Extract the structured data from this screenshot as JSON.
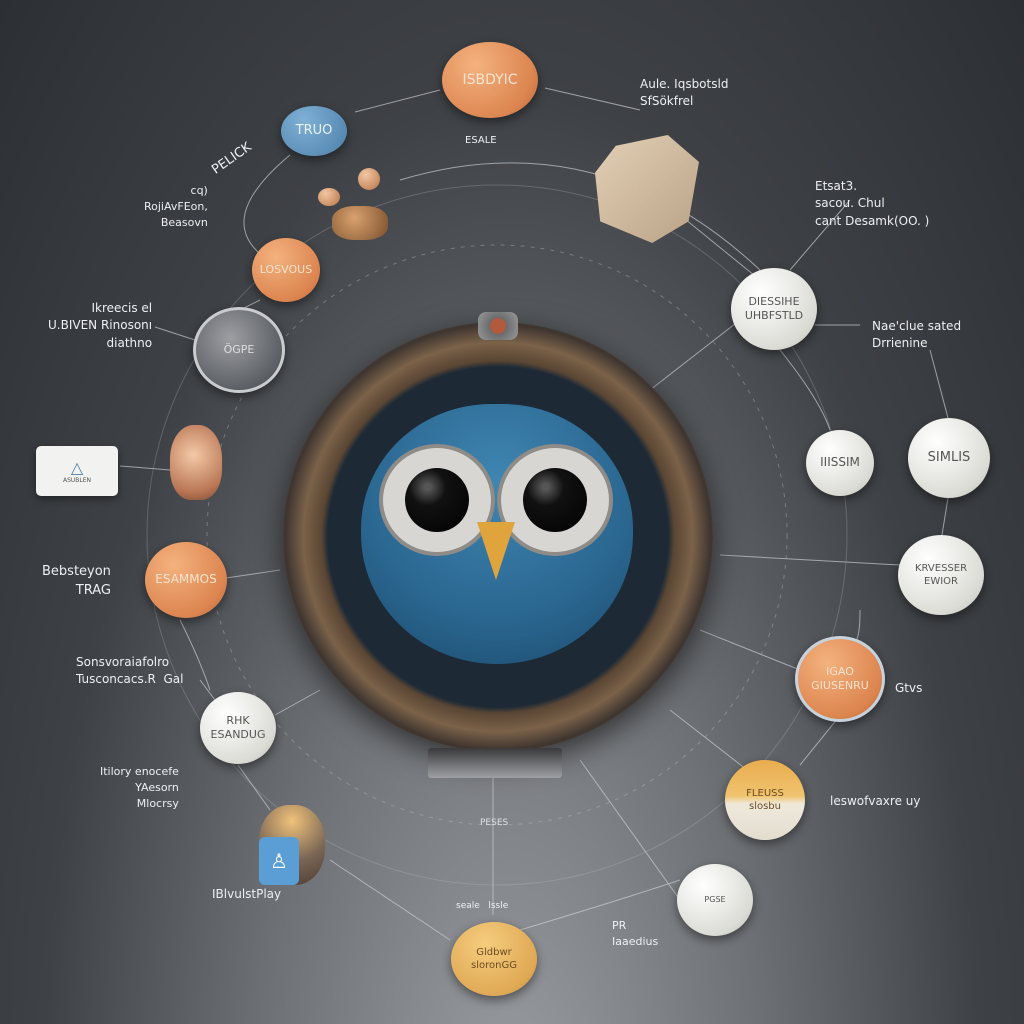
{
  "nodes": {
    "top": "ISBDYIC",
    "blue_top": "TRUO",
    "orange_left": "LOSVOUS",
    "silver_left": "ÖGPE",
    "orange_mid_left": "ESAMMOS",
    "white_lower_left": "RHK\nESANDUG",
    "bottom": "Gldbwr\nsloronGG",
    "white_bottom_right": "PGSE",
    "yellow_right": "FLEUSS\nslosbu",
    "orange_right": "IGAO\nGIUSENRU",
    "white_right_low": "KRVESSER\nEWIOR",
    "white_far_right": "SIMLIS",
    "white_right": "IIISSIM",
    "white_upper_right": "DIESSIHE\nUHBFSTLD"
  },
  "labels": {
    "top_right": "Aule. Iqsbotsld\nSfSökfrel",
    "top_caption": "ESALE",
    "upper_left_diag": "PELICK",
    "upper_left": "cq)\nRojiAvFEon,\nBeasovn",
    "left_upper": "Ikreecis el\nU.BIVEN Rinosonı\ndiathno",
    "right_upper": "Etsat3.\nsacou. Chul\ncant Desamk(OO. )",
    "right_mid": "Nae'clue sated\nDrrienine",
    "left_mid": "Bebsteyon\nTRAG",
    "left_lower": "Sonsvoraiafolro\nTusconcacs.R  Gal",
    "left_bottom": "Itilory enocefe\nYAesorn\nMlocrsy",
    "right_lower": "Gtvs",
    "right_bottom": "leswofvaxre uy",
    "bag_label": "IBlvulstPlay",
    "bottom_right": "PR\nIaaedius",
    "bottom_mid": "PESES",
    "bottom_small": "seale   lssle",
    "card": "ASUBLEN"
  },
  "colors": {
    "orange": "#dc8550",
    "blue": "#4c7fa8",
    "owl_body": "#2f6c94",
    "beak": "#e0a43c"
  }
}
